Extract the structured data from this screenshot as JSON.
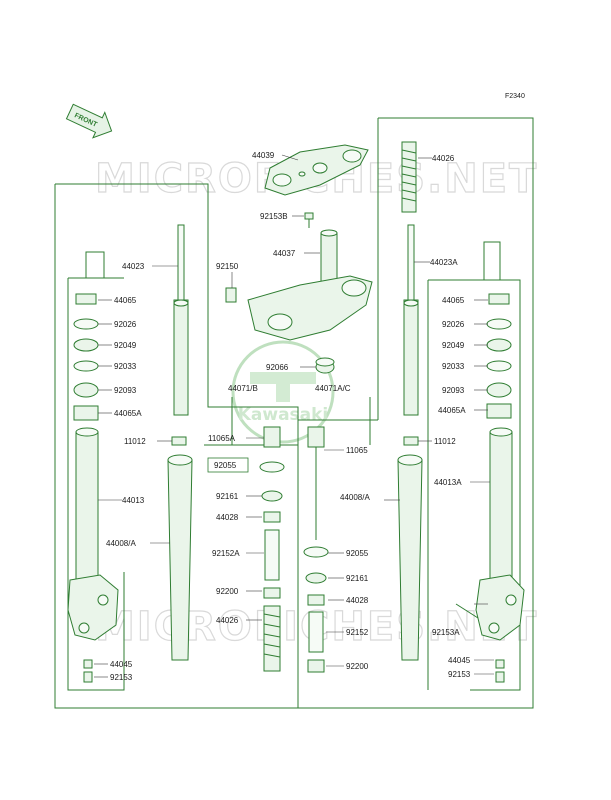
{
  "diagram": {
    "ref_code": "F2340",
    "front_arrow_label": "FRONT",
    "watermark_text": "MICROFICHES.NET",
    "logo": {
      "text": "Kawasaki"
    },
    "colors": {
      "line": "#2f7d32",
      "fill": "#eaf5ea",
      "text": "#1a1a1a",
      "watermark": "#d9d9d9"
    },
    "labels": {
      "l44039": "44039",
      "l44026_top": "44026",
      "l92153B": "92153B",
      "l44037": "44037",
      "l44023": "44023",
      "l44023A": "44023A",
      "l92150": "92150",
      "l44065_l": "44065",
      "l92026_l": "92026",
      "l92049_l": "92049",
      "l92033_l": "92033",
      "l92093_l": "92093",
      "l44065A_l": "44065A",
      "l44065_r": "44065",
      "l92026_r": "92026",
      "l92049_r": "92049",
      "l92033_r": "92033",
      "l92093_r": "92093",
      "l44065A_r": "44065A",
      "l92066": "92066",
      "l44071B": "44071/B",
      "l44071AC": "44071A/C",
      "l11012_l": "11012",
      "l11065A": "11065A",
      "l11065": "11065",
      "l11012_r": "11012",
      "l92055_l": "92055",
      "l44013": "44013",
      "l92161_l": "92161",
      "l44008A_l": "44008/A",
      "l44008A_r": "44008/A",
      "l44013A": "44013A",
      "l44028_l": "44028",
      "l92152A": "92152A",
      "l92055_r": "92055",
      "l92161_r": "92161",
      "l92200_l": "92200",
      "l44028_r": "44028",
      "l44026_low": "44026",
      "l92152": "92152",
      "l92153A": "92153A",
      "l44045_l": "44045",
      "l92200_r": "92200",
      "l44045_r": "44045",
      "l92153_l": "92153",
      "l92153_r": "92153"
    }
  }
}
